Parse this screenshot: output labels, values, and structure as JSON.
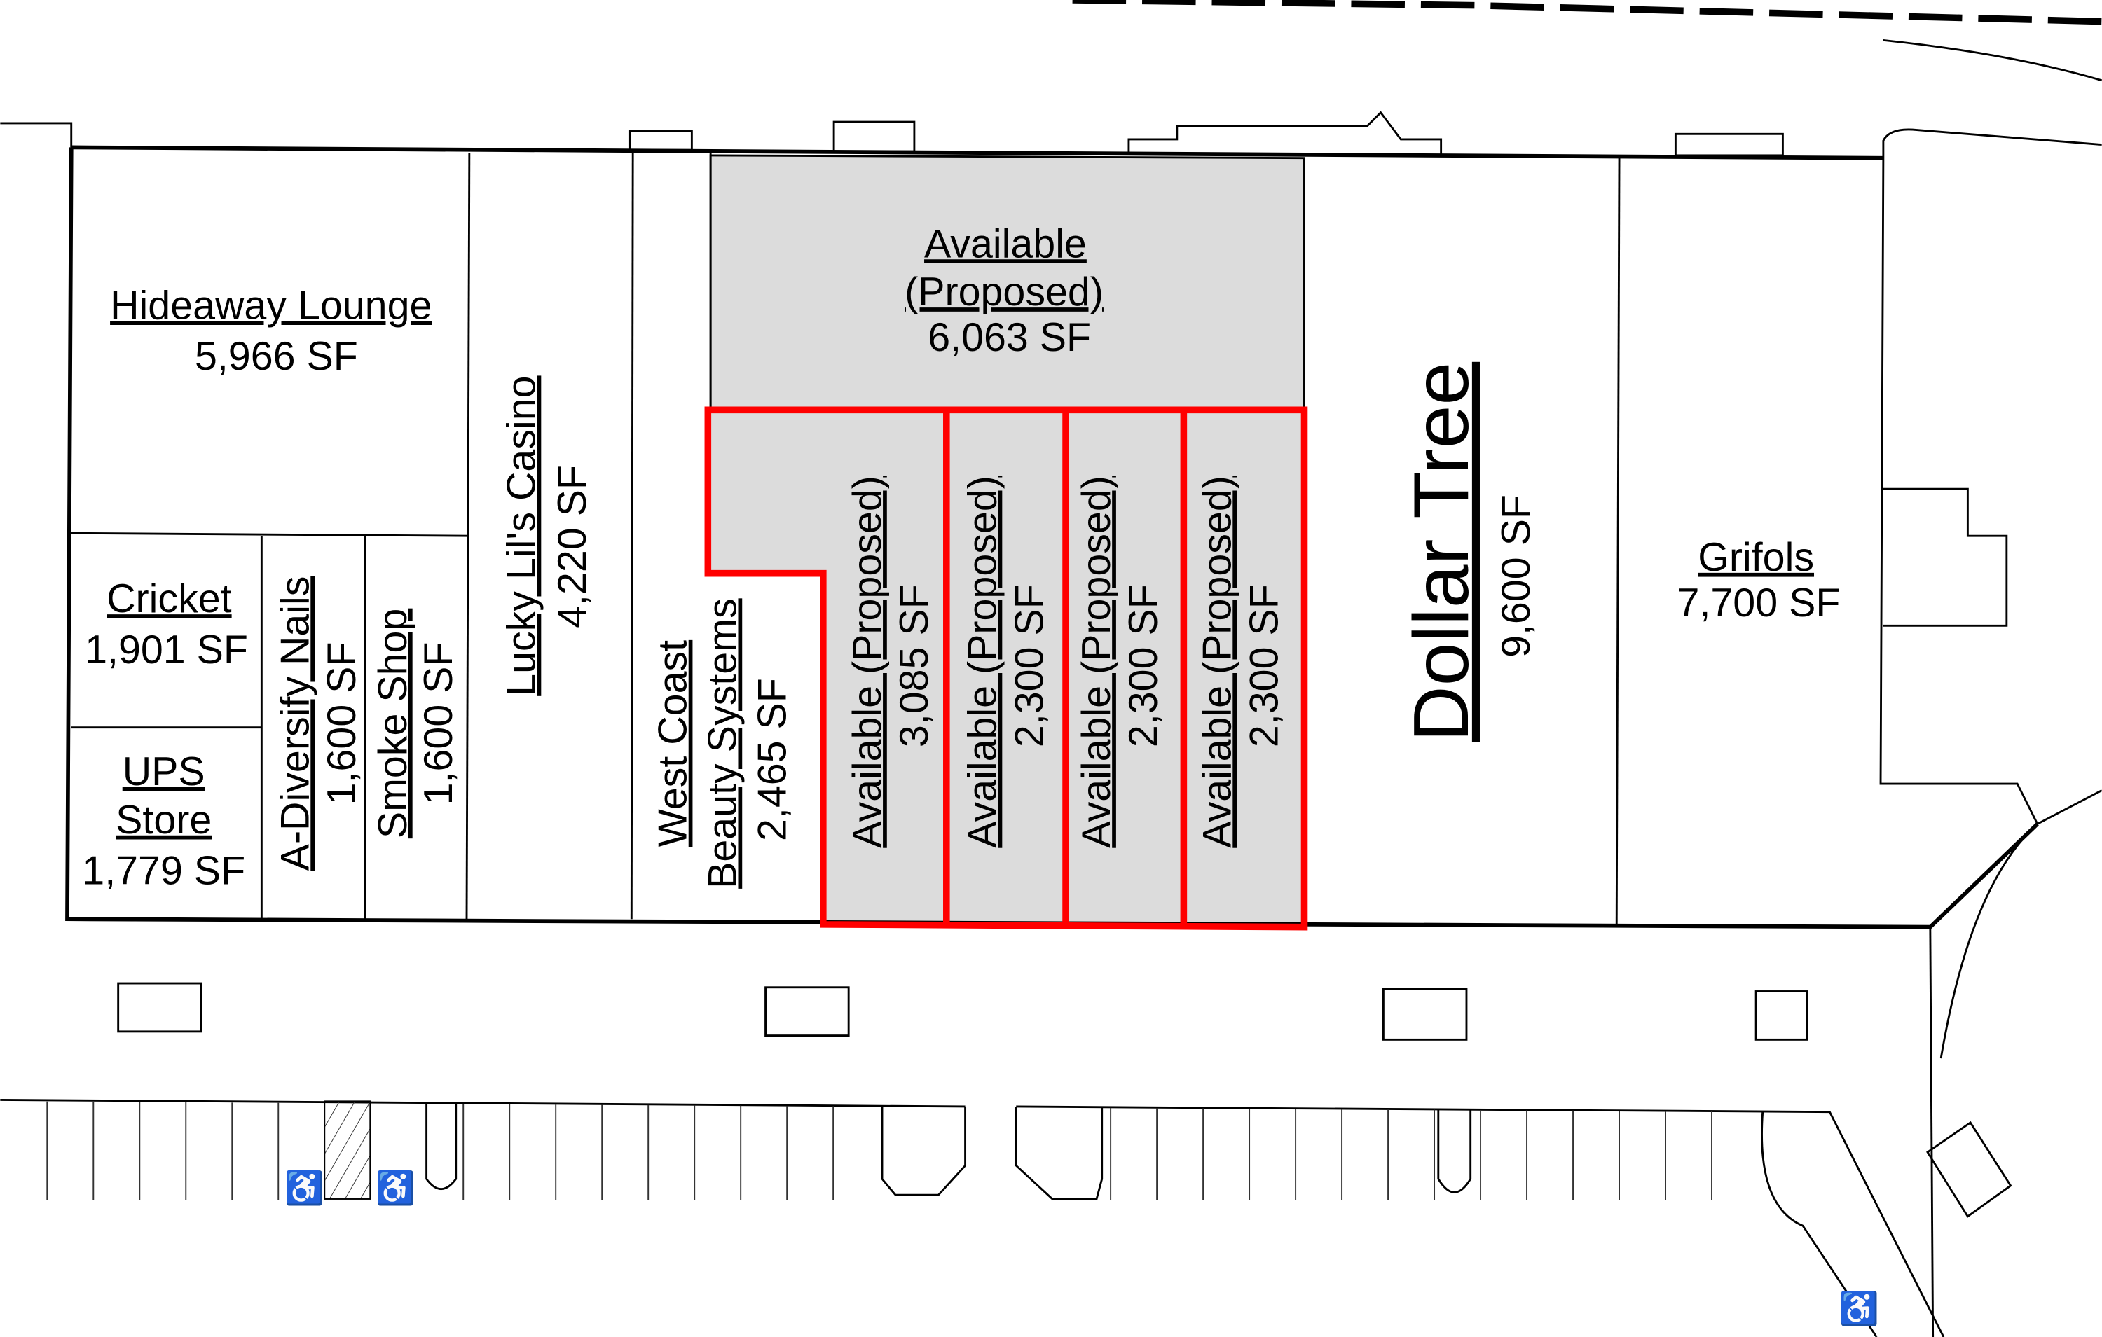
{
  "site_plan": {
    "colors": {
      "available_fill": "#dcdcdc",
      "highlight_outline": "#ff0000",
      "lines": "#000000"
    },
    "tenants": {
      "hideaway": {
        "name": "Hideaway Lounge",
        "size": "5,966 SF"
      },
      "cricket": {
        "name": "Cricket",
        "size": "1,901 SF"
      },
      "ups": {
        "name_line1": "UPS",
        "name_line2": "Store",
        "size": "1,779 SF"
      },
      "nails": {
        "name": "A-Diversify Nails",
        "size": "1,600 SF"
      },
      "smoke": {
        "name": "Smoke Shop",
        "size": "1,600 SF"
      },
      "lucky": {
        "name": "Lucky Lil's Casino",
        "size": "4,220 SF"
      },
      "westcoast": {
        "name_line1": "West Coast",
        "name_line2": "Beauty Systems",
        "size": "2,465 SF"
      },
      "available_large": {
        "name_line1": "Available",
        "name_line2": "(Proposed)",
        "size": "6,063 SF"
      },
      "available_units": [
        {
          "name": "Available (Proposed)",
          "size": "3,085 SF"
        },
        {
          "name": "Available (Proposed)",
          "size": "2,300 SF"
        },
        {
          "name": "Available (Proposed)",
          "size": "2,300 SF"
        },
        {
          "name": "Available (Proposed)",
          "size": "2,300 SF"
        }
      ],
      "dollartree": {
        "name": "Dollar Tree",
        "size": "9,600 SF"
      },
      "grifols": {
        "name": "Grifols",
        "size": "7,700 SF"
      }
    }
  }
}
